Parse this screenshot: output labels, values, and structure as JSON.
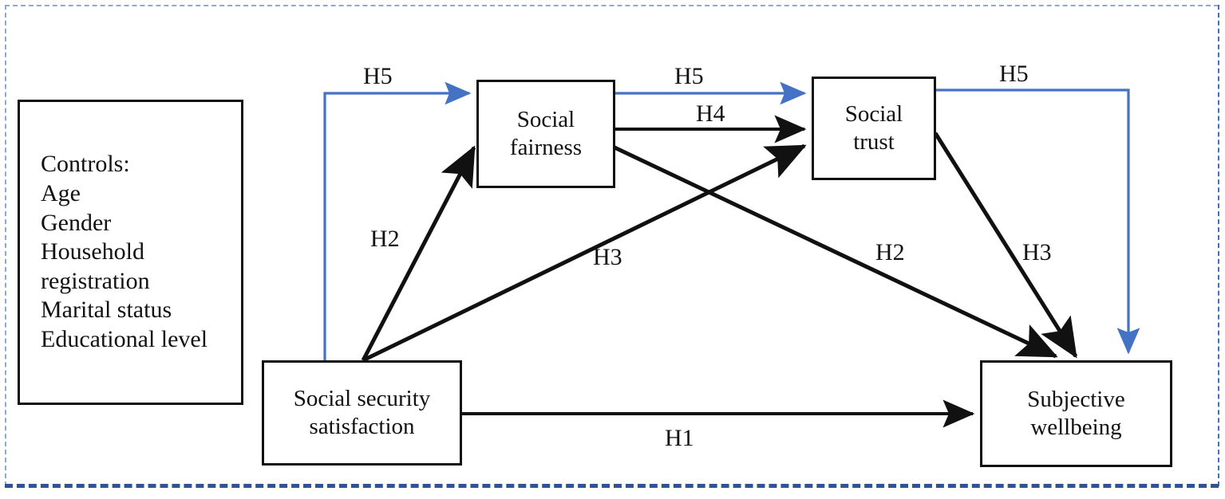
{
  "figure": {
    "type": "conceptual-model-diagram",
    "border_style": "dashed",
    "border_color": "#4472C4"
  },
  "colors": {
    "node_border": "#111111",
    "direct_path": "#111111",
    "moderated_path": "#4472C4",
    "frame": "#2E5496",
    "background": "#FFFFFF"
  },
  "nodes": {
    "controls": {
      "name": "controls-box",
      "heading": "Controls:",
      "items": [
        "Age",
        "Gender",
        "Household",
        "registration",
        "Marital status",
        "Educational level"
      ],
      "text": "Controls:\nAge\nGender\nHousehold\nregistration\nMarital status\nEducational level"
    },
    "fairness": {
      "name": "social-fairness",
      "text": "Social\nfairness"
    },
    "trust": {
      "name": "social-trust",
      "text": "Social\ntrust"
    },
    "security": {
      "name": "social-security-satisfaction",
      "text": "Social security\nsatisfaction"
    },
    "wellbeing": {
      "name": "subjective-wellbeing",
      "text": "Subjective\nwellbeing"
    }
  },
  "edges": [
    {
      "id": "H1",
      "label": "H1",
      "from": "Social security satisfaction",
      "to": "Subjective wellbeing",
      "color": "#111111",
      "style": "solid-straight"
    },
    {
      "id": "H2a",
      "label": "H2",
      "from": "Social security satisfaction",
      "to": "Social fairness",
      "color": "#111111",
      "style": "solid-diagonal"
    },
    {
      "id": "H2b",
      "label": "H2",
      "from": "Social fairness",
      "to": "Subjective wellbeing",
      "color": "#111111",
      "style": "solid-diagonal"
    },
    {
      "id": "H3a",
      "label": "H3",
      "from": "Social security satisfaction",
      "to": "Social trust",
      "color": "#111111",
      "style": "solid-diagonal"
    },
    {
      "id": "H3b",
      "label": "H3",
      "from": "Social trust",
      "to": "Subjective wellbeing",
      "color": "#111111",
      "style": "solid-diagonal"
    },
    {
      "id": "H4",
      "label": "H4",
      "from": "Social fairness",
      "to": "Social trust",
      "color": "#111111",
      "style": "solid-straight"
    },
    {
      "id": "H5a",
      "label": "H5",
      "from": "Social security satisfaction",
      "to": "Social fairness",
      "color": "#4472C4",
      "style": "orthogonal"
    },
    {
      "id": "H5b",
      "label": "H5",
      "from": "Social fairness",
      "to": "Social trust",
      "color": "#4472C4",
      "style": "orthogonal"
    },
    {
      "id": "H5c",
      "label": "H5",
      "from": "Social trust",
      "to": "Subjective wellbeing",
      "color": "#4472C4",
      "style": "orthogonal"
    }
  ],
  "labels": {
    "h5_left": "H5",
    "h5_mid": "H5",
    "h5_right": "H5",
    "h4": "H4",
    "h2_left": "H2",
    "h2_right": "H2",
    "h3_left": "H3",
    "h3_right": "H3",
    "h1": "H1"
  }
}
